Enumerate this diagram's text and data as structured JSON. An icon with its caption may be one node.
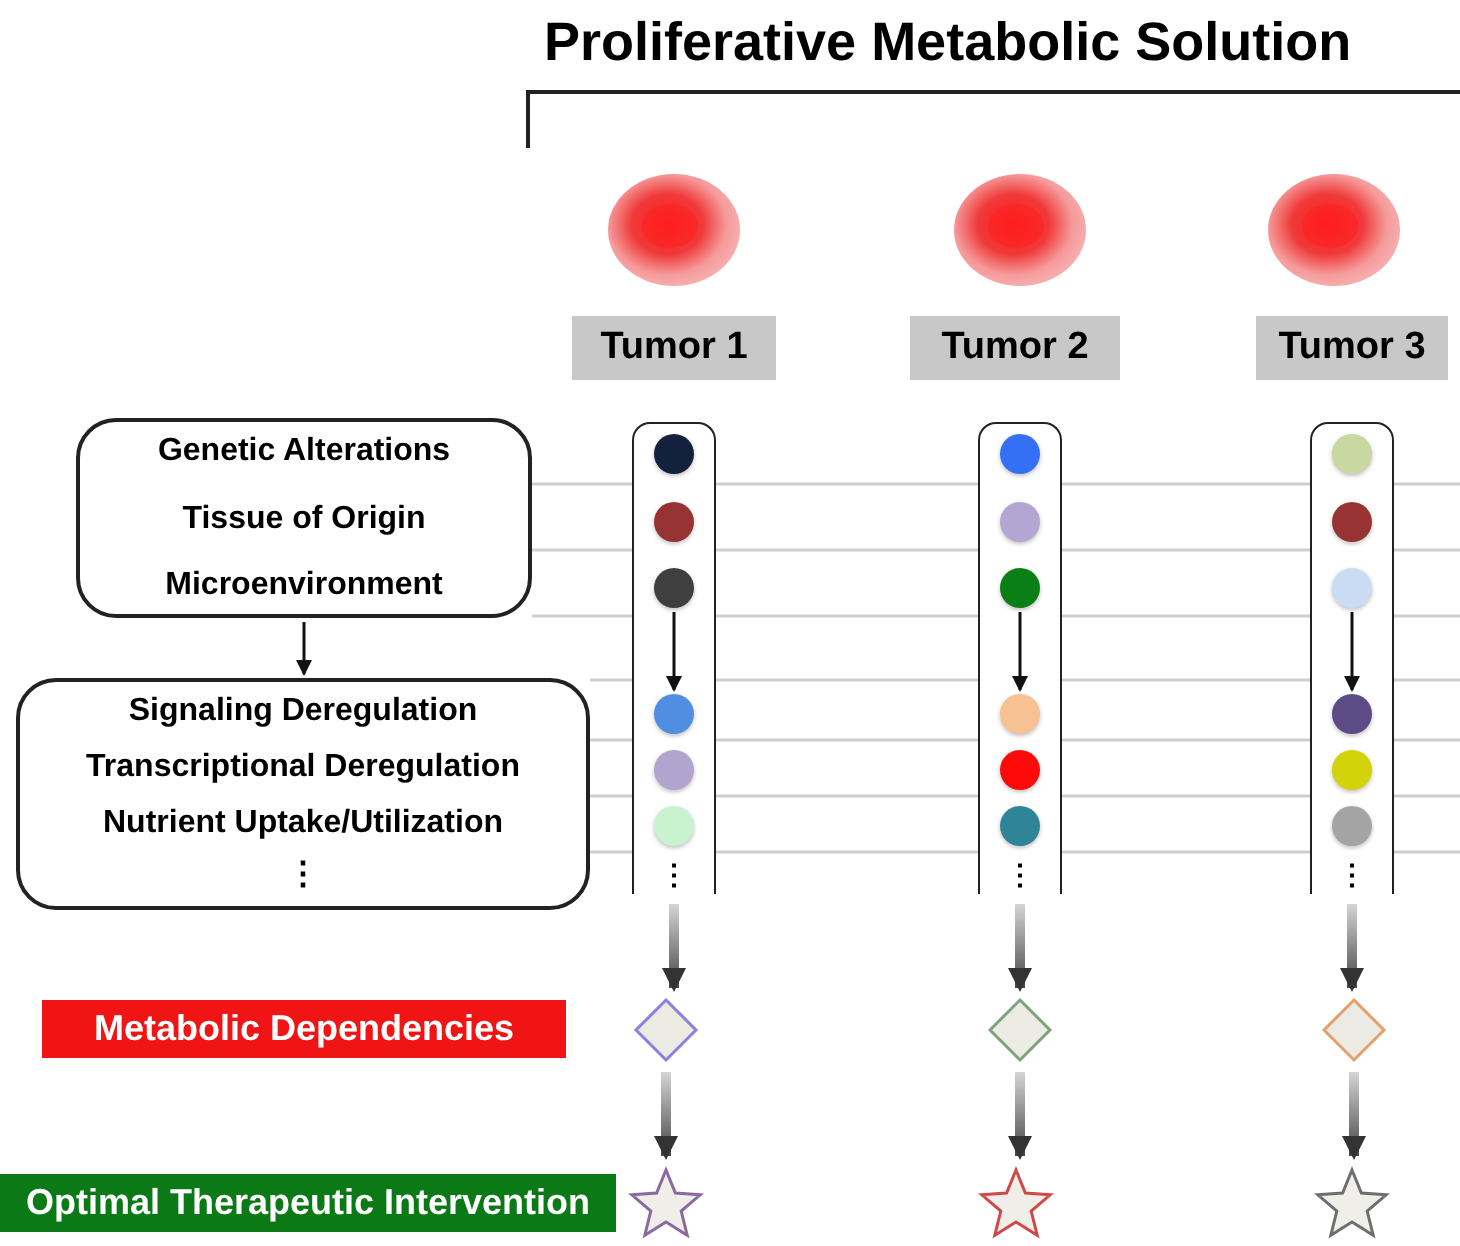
{
  "diagram": {
    "title": "Proliferative Metabolic Solution",
    "nodes": [
      {
        "text": [
          "Tumor 1"
        ]
      },
      {
        "text": [
          "Tumor 2"
        ]
      },
      {
        "text": [
          "Tumor 3"
        ]
      },
      {
        "text": [
          "Genetic Alterations",
          "Tissue of Origin",
          "Microenvironment"
        ]
      },
      {
        "text": [
          "Signaling Deregulation",
          "Transcriptional Deregulation",
          "Nutrient Uptake/Utilization",
          "⋮"
        ]
      },
      {
        "text": [
          "⋮"
        ]
      },
      {
        "text": [
          "⋮"
        ]
      },
      {
        "text": [
          "⋮"
        ]
      },
      {
        "text": [],
        "shape": "circle",
        "in": 5
      },
      {
        "text": [],
        "shape": "circle",
        "in": 5
      },
      {
        "text": [],
        "shape": "circle",
        "in": 5
      },
      {
        "text": [],
        "shape": "circle",
        "in": 5
      },
      {
        "text": [],
        "shape": "circle",
        "in": 5
      },
      {
        "text": [],
        "shape": "circle",
        "in": 5
      },
      {
        "text": [],
        "shape": "circle",
        "in": 6
      },
      {
        "text": [],
        "shape": "circle",
        "in": 6
      },
      {
        "text": [],
        "shape": "circle",
        "in": 6
      },
      {
        "text": [],
        "shape": "circle",
        "in": 6
      },
      {
        "text": [],
        "shape": "circle",
        "in": 6
      },
      {
        "text": [],
        "shape": "circle",
        "in": 6
      },
      {
        "text": [],
        "shape": "circle",
        "in": 7
      },
      {
        "text": [],
        "shape": "circle",
        "in": 7
      },
      {
        "text": [],
        "shape": "circle",
        "in": 7
      },
      {
        "text": [],
        "shape": "circle",
        "in": 7
      },
      {
        "text": [],
        "shape": "circle",
        "in": 7
      },
      {
        "text": [],
        "shape": "circle",
        "in": 7
      },
      {
        "text": [
          "Metabolic Dependencies"
        ]
      },
      {
        "text": [],
        "shape": "diamond"
      },
      {
        "text": [],
        "shape": "diamond"
      },
      {
        "text": [],
        "shape": "diamond"
      },
      {
        "text": [
          "Optimal Therapeutic Intervention"
        ]
      },
      {
        "text": [],
        "shape": "star"
      },
      {
        "text": [],
        "shape": "star"
      },
      {
        "text": [],
        "shape": "star"
      }
    ],
    "edges": [
      {
        "from": 3,
        "to": 4,
        "arrow": "to"
      },
      {
        "from": 10,
        "to": 11,
        "arrow": "to"
      },
      {
        "from": 16,
        "to": 17,
        "arrow": "to"
      },
      {
        "from": 22,
        "to": 23,
        "arrow": "to"
      },
      {
        "from": 5,
        "to": 27,
        "arrow": "to"
      },
      {
        "from": 6,
        "to": 28,
        "arrow": "to"
      },
      {
        "from": 7,
        "to": 29,
        "arrow": "to"
      },
      {
        "from": 27,
        "to": 31,
        "arrow": "to"
      },
      {
        "from": 28,
        "to": 32,
        "arrow": "to"
      },
      {
        "from": 29,
        "to": 33,
        "arrow": "to"
      }
    ]
  }
}
